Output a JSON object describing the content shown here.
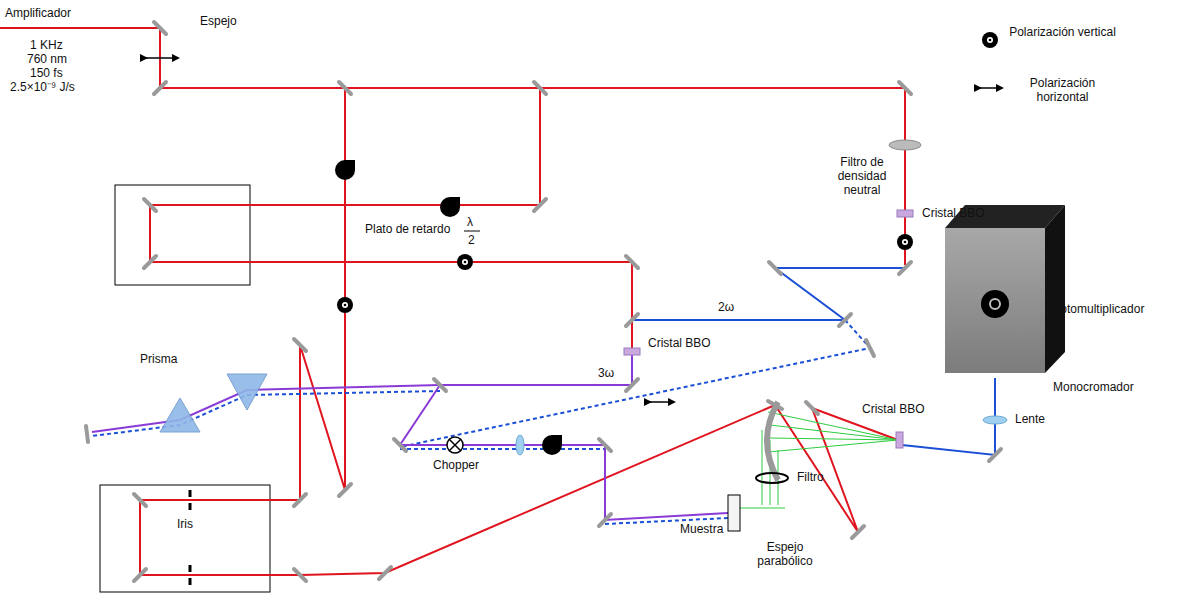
{
  "diagram": {
    "nodes": [
      {
        "text": [
          "Iris"
        ]
      },
      {
        "text": [
          "Fotomultiplicador",
          "Monocromador"
        ]
      }
    ],
    "labels": [
      "Amplificador",
      "1 KHz",
      "760 nm",
      "150 fs",
      "2.5×10⁻⁹ J/s",
      "Espejo",
      "Polarización vertical",
      "Polarización horizontal",
      "Plato de retardo",
      "λ",
      "2",
      "Filtro de densidad neutral",
      "Cristal BBO",
      "2ω",
      "Cristal BBO",
      "3ω",
      "Prisma",
      "Chopper",
      "Lente",
      "Cristal BBO",
      "Filtro",
      "Muestra",
      "Espejo parabólico"
    ]
  }
}
